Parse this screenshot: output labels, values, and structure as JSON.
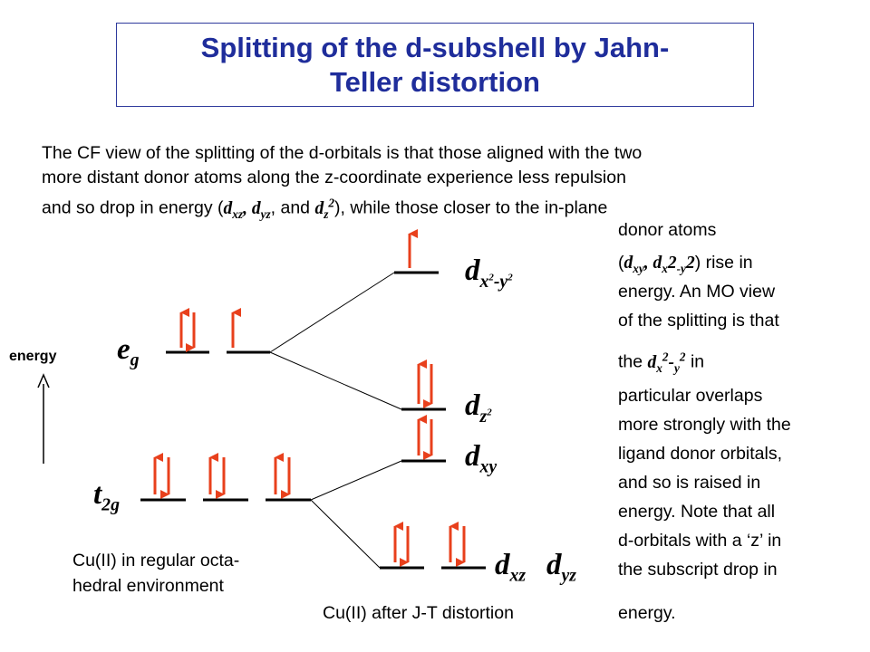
{
  "title": {
    "line1": "Splitting of the d-subshell by Jahn-",
    "line2": "Teller distortion"
  },
  "intro": {
    "line1": "The CF view of the splitting of the d-orbitals is that those aligned with the two",
    "line2": "more distant donor atoms along the z-coordinate experience less repulsion",
    "line3_a": "and so drop in energy (",
    "line3_b": ", and ",
    "line3_c": "), while those closer to the in-plane"
  },
  "side": {
    "donor": "donor atoms",
    "rise": ") rise in",
    "mo1": "energy. An MO view",
    "mo2": "of the splitting is that",
    "the": "the ",
    "in": " in",
    "l1": "particular overlaps",
    "l2": "more strongly with the",
    "l3": "ligand donor orbitals,",
    "l4": "and so is raised in",
    "l5": "energy. Note that all",
    "l6": "d-orbitals with a ‘z’ in",
    "l7": "the subscript drop in",
    "l8": "energy."
  },
  "energy_axis": "energy",
  "captions": {
    "left1": "Cu(II) in regular octa-",
    "left2": "hedral environment",
    "right": "Cu(II) after J-T distortion"
  },
  "colors": {
    "title": "#1f2d9b",
    "border": "#2e3a9c",
    "arrow": "#e8401c",
    "line": "#000000"
  }
}
